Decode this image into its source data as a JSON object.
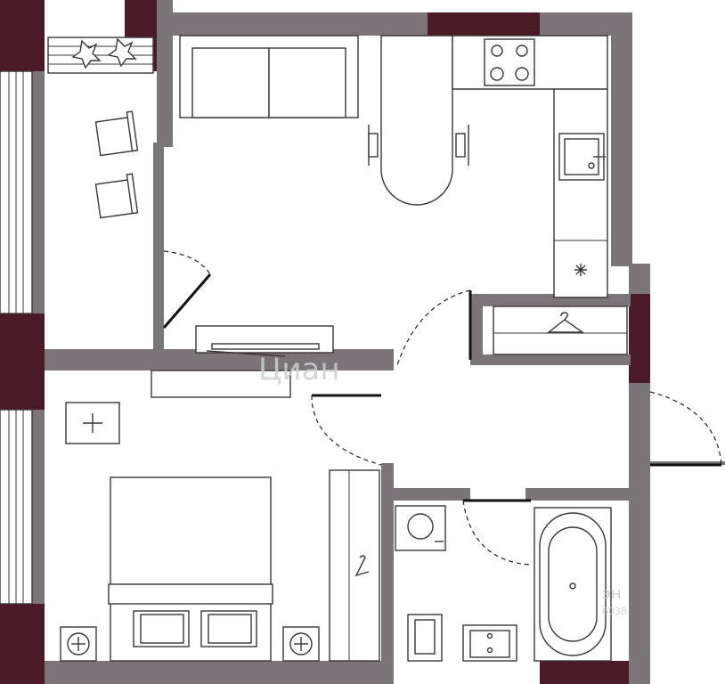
{
  "watermark": {
    "brand_text": "Циан",
    "corner_text": "эн",
    "corner_number": "6038"
  },
  "colors": {
    "wall": "#7b7478",
    "window_frame": "#4a1a26",
    "furniture_stroke": "#3c3538",
    "background": "#ffffff"
  }
}
